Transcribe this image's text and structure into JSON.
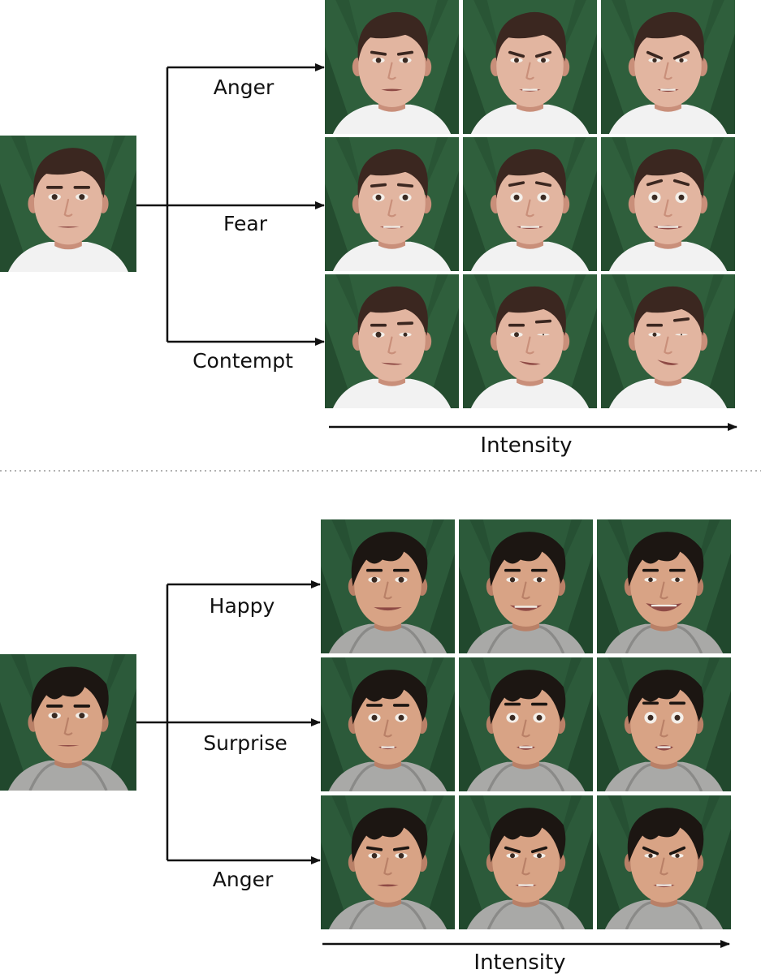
{
  "panels": [
    {
      "id": "top",
      "subject": "light-skin-dark-brown-hair",
      "colors": {
        "bg": "#2f5f3c",
        "bg_dark": "#1f4429",
        "skin": "#e2b5a0",
        "skin_shade": "#c98f7a",
        "hair": "#3b2720",
        "shirt": "#f2f2f2"
      },
      "branches": [
        {
          "label": "Anger",
          "expression": "anger"
        },
        {
          "label": "Fear",
          "expression": "fear"
        },
        {
          "label": "Contempt",
          "expression": "contempt"
        }
      ],
      "axis_label": "Intensity"
    },
    {
      "id": "bottom",
      "subject": "tan-skin-black-hair-hoodie",
      "colors": {
        "bg": "#2c5a3a",
        "bg_dark": "#1d4028",
        "skin": "#d8a385",
        "skin_shade": "#b98067",
        "hair": "#1c1612",
        "shirt": "#a9a9a7"
      },
      "branches": [
        {
          "label": "Happy",
          "expression": "happy"
        },
        {
          "label": "Surprise",
          "expression": "surprise"
        },
        {
          "label": "Anger",
          "expression": "anger"
        }
      ],
      "axis_label": "Intensity"
    }
  ],
  "intensity_levels": [
    1,
    2,
    3
  ],
  "separator": {
    "style": "dotted",
    "color": "#999999"
  }
}
